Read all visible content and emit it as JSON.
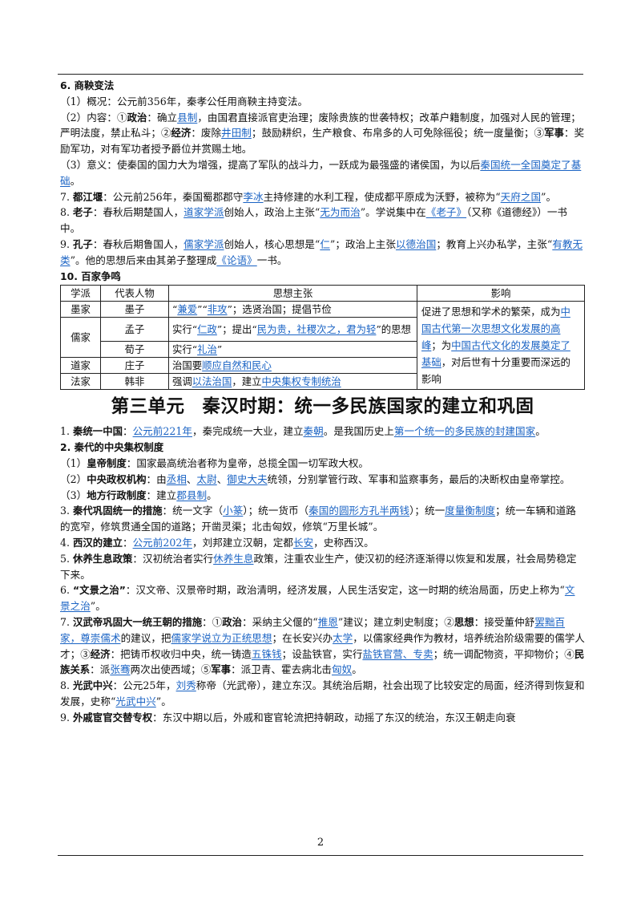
{
  "page_number": "2",
  "s1": {
    "l1": "6. 商鞅变法",
    "l2": "（1）概况：公元前356年，秦孝公任用商鞅主持变法。",
    "l3a": "（2）内容：①",
    "l3b": "政治",
    "l3c": "：确立",
    "l3d": "县制",
    "l3e": "，由国君直接派官吏治理；废除贵族的世袭特权；改革户籍制度，加强对人民的管理；严明法度，禁止私斗；②",
    "l3f": "经济",
    "l3g": "：废除",
    "l3h": "井田制",
    "l3i": "；鼓励耕织，生产粮食、布帛多的人可免除徭役；统一度量衡；③",
    "l3j": "军事",
    "l3k": "：奖励军功，对有军功者授予爵位并赏赐土地。",
    "l4a": "（3）意义：使秦国的国力大为增强，提高了军队的战斗力，一跃成为最强盛的诸侯国，为以后",
    "l4b": "秦国统一全国奠定了基础",
    "l4c": "。",
    "l5a": "7. ",
    "l5b": "都江堰",
    "l5c": "：公元前256年，秦国蜀郡郡守",
    "l5d": "李冰",
    "l5e": "主持修建的水利工程，使成都平原成为沃野，被称为“",
    "l5f": "天府之国",
    "l5g": "”。",
    "l6a": "8. ",
    "l6b": "老子",
    "l6c": "：春秋后期楚国人，",
    "l6d": "道家学派",
    "l6e": "创始人，政治上主张“",
    "l6f": "无为而治",
    "l6g": "”。学说集中在",
    "l6h": "《老子》",
    "l6i": "（又称《道德经》）一书中。",
    "l7a": "9. ",
    "l7b": "孔子",
    "l7c": "：春秋后期鲁国人，",
    "l7d": "儒家学派",
    "l7e": "创始人，核心思想是“",
    "l7f": "仁",
    "l7g": "”；政治上主张",
    "l7h": "以德治国",
    "l7i": "；教育上兴办私学，主张“",
    "l7j": "有教无类",
    "l7k": "”。他的思想后来由其弟子整理成",
    "l7l": "《论语》",
    "l7m": "一书。",
    "l8": "10. 百家争鸣"
  },
  "table": {
    "headers": [
      "学派",
      "代表人物",
      "思想主张",
      "影响"
    ],
    "mozi": {
      "school": "墨家",
      "person": "墨子",
      "a": "“",
      "b": "兼爱",
      "c": "”“",
      "d": "非攻",
      "e": "”；选贤治国；提倡节俭"
    },
    "rujia": "儒家",
    "mengzi": {
      "person": "孟子",
      "a": "实行“",
      "b": "仁政",
      "c": "”；提出“",
      "d": "民为贵，社稷次之，君为轻",
      "e": "”的思想"
    },
    "xunzi": {
      "person": "荀子",
      "a": "实行“",
      "b": "礼治",
      "c": "”"
    },
    "zhuangzi": {
      "school": "道家",
      "person": "庄子",
      "a": "治国要",
      "b": "顺应自然和民心"
    },
    "hanfei": {
      "school": "法家",
      "person": "韩非",
      "a": "强调",
      "b": "以法治国",
      "c": "，建立",
      "d": "中央集权专制统治"
    },
    "effect": {
      "a": "促进了思想和学术的繁荣，成为",
      "b": "中国古代第一次思想文化发展的高峰",
      "c": "；为",
      "d": "中国古代文化的发展奠定了基础",
      "e": "，对后世有十分重要而深远的影响"
    }
  },
  "unit_title": {
    "a": "第三单元",
    "b": "秦汉时期：统一多民族国家的建立和巩固"
  },
  "s2": {
    "p1a": "1. ",
    "p1b": "秦统一中国",
    "p1c": "：",
    "p1d": "公元前221年",
    "p1e": "，秦完成统一大业，建立",
    "p1f": "秦朝",
    "p1g": "。是我国历史上",
    "p1h": "第一个统一的多民族的封建国家",
    "p1i": "。",
    "p2": "2. 秦代的中央集权制度",
    "p3a": "（1）",
    "p3b": "皇帝制度",
    "p3c": "：国家最高统治者称为皇帝，总揽全国一切军政大权。",
    "p4a": "（2）",
    "p4b": "中央政权机构",
    "p4c": "：由",
    "p4d": "丞相",
    "p4e": "、",
    "p4f": "太尉",
    "p4g": "、",
    "p4h": "御史大夫",
    "p4i": "统领，分别掌管行政、军事和监察事务，最后的决断权由皇帝掌控。",
    "p5a": "（3）",
    "p5b": "地方行政制度",
    "p5c": "：建立",
    "p5d": "郡县制",
    "p5e": "。",
    "p6a": "3. ",
    "p6b": "秦代巩固统一的措施",
    "p6c": "：统一文字（",
    "p6d": "小篆",
    "p6e": "）；统一货币（",
    "p6f": "秦国的圆形方孔半两钱",
    "p6g": "）；统一",
    "p6h": "度量衡制度",
    "p6i": "；统一车辆和道路的宽窄，修筑贯通全国的道路；开凿灵渠；北击匈奴，修筑“万里长城”。",
    "p7a": "4. ",
    "p7b": "西汉的建立",
    "p7c": "：",
    "p7d": "公元前202年",
    "p7e": "，刘邦建立汉朝，定都",
    "p7f": "长安",
    "p7g": "，史称西汉。",
    "p8a": "5. ",
    "p8b": "休养生息政策",
    "p8c": "：汉初统治者实行",
    "p8d": "休养生息",
    "p8e": "政策，注重农业生产，使汉初的经济逐渐得以恢复和发展，社会局势稳定下来。",
    "p9a": "6. ",
    "p9b": "“文景之治”",
    "p9c": "：汉文帝、汉景帝时期，政治清明，经济发展，人民生活安定，这一时期的统治局面，历史上称为“",
    "p9d": "文景之治",
    "p9e": "”。",
    "p10a": "7. ",
    "p10b": "汉武帝巩固大一统王朝的措施",
    "p10c": "：①",
    "p10d": "政治",
    "p10e": "：采纳主父偃的“",
    "p10f": "推恩",
    "p10g": "”建议；建立刺史制度；②",
    "p10h": "思想",
    "p10i": "：接受董仲舒",
    "p10j": "罢黜百家，尊崇儒术",
    "p10k": "的建议，把",
    "p10l": "儒家学说立为正统思想",
    "p10m": "；在长安兴办",
    "p10n": "太学",
    "p10o": "，以儒家经典作为教材，培养统治阶级需要的儒学人才；③",
    "p10p": "经济",
    "p10q": "：把铸币权收归中央，统一铸造",
    "p10r": "五铢钱",
    "p10s": "；设盐铁官，实行",
    "p10t": "盐铁官营、专卖",
    "p10u": "；统一调配物资，平抑物价；④",
    "p10v": "民族关系",
    "p10w": "：派",
    "p10x": "张骞",
    "p10y": "两次出使西域；⑤",
    "p10z": "军事",
    "p10aa": "：派卫青、霍去病北击",
    "p10ab": "匈奴",
    "p10ac": "。",
    "p11a": "8. ",
    "p11b": "光武中兴",
    "p11c": "：公元25年，",
    "p11d": "刘秀",
    "p11e": "称帝（光武帝），建立东汉。其统治后期，社会出现了比较安定的局面，经济得到恢复和发展，史称“",
    "p11f": "光武中兴",
    "p11g": "”。",
    "p12a": "9. ",
    "p12b": "外戚宦官交替专权",
    "p12c": "：东汉中期以后，外戚和宦官轮流把持朝政，动摇了东汉的统治，东汉王朝走向衰"
  }
}
